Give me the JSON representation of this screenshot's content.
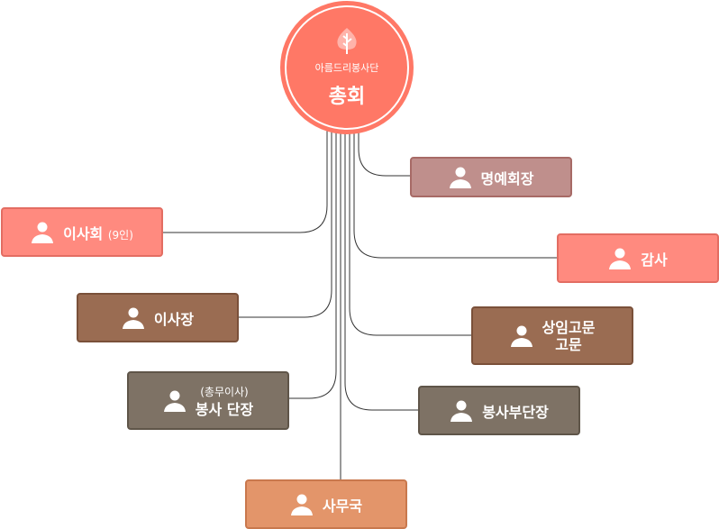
{
  "root": {
    "org": "아름드리봉사단",
    "title": "총회",
    "icon": "tree-leaf-icon"
  },
  "nodes": [
    {
      "id": "board",
      "label": "이사회",
      "sub": "(9인)"
    },
    {
      "id": "chairman",
      "label": "이사장"
    },
    {
      "id": "leader",
      "pre": "(총무이사)",
      "label": "봉사 단장"
    },
    {
      "id": "office",
      "label": "사무국"
    },
    {
      "id": "honorary",
      "label": "명예회장"
    },
    {
      "id": "audit",
      "label": "감사"
    },
    {
      "id": "advisor",
      "label": "상임고문",
      "label2": "고문"
    },
    {
      "id": "vice",
      "label": "봉사부단장"
    }
  ],
  "colors": {
    "pink": "#ff8a7f",
    "brown": "#9a6c52",
    "gray": "#7e7265",
    "mauve": "#bf8f8c",
    "orange": "#e3956a",
    "root": "#ff7866"
  }
}
